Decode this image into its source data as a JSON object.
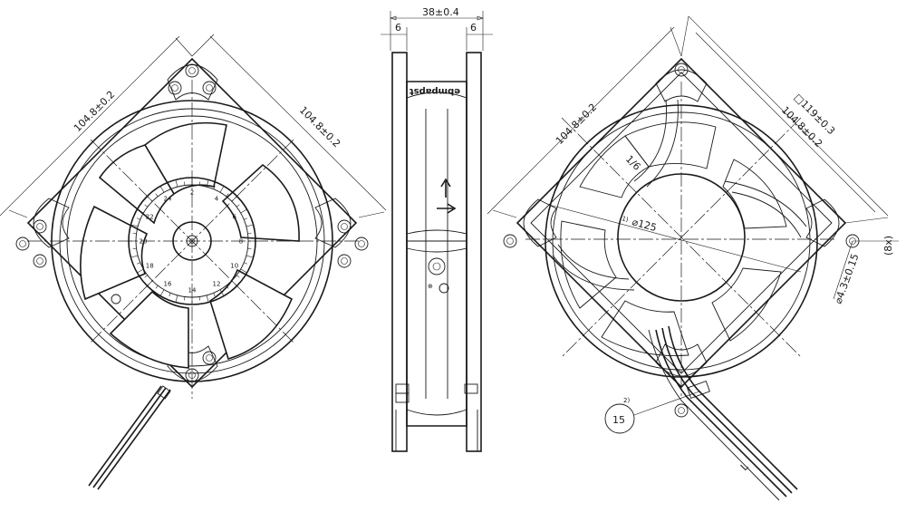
{
  "side_view": {
    "overall_width": "38±0.4",
    "flange_left": "6",
    "flange_right": "6",
    "brand": "ebmpapst"
  },
  "front_view": {
    "frame_dim_a": "104.8±0.2",
    "frame_dim_b": "104.8±0.2"
  },
  "rear_view": {
    "frame_dim_a": "104.8±0.2",
    "frame_dim_b": "104.8±0.2",
    "square_dim": "□119±0.3",
    "hub_mark": "1/6",
    "diameter_label": "⌀125",
    "diameter_note": "1)",
    "hole_label": "⌀4.3±0.15",
    "hole_count": "(8x)",
    "cable_length": "L",
    "callout_number": "15",
    "callout_note": "2)"
  },
  "scale_marks": [
    "2",
    "4",
    "6",
    "8",
    "10",
    "12",
    "14",
    "16",
    "18",
    "20",
    "22",
    "24"
  ]
}
